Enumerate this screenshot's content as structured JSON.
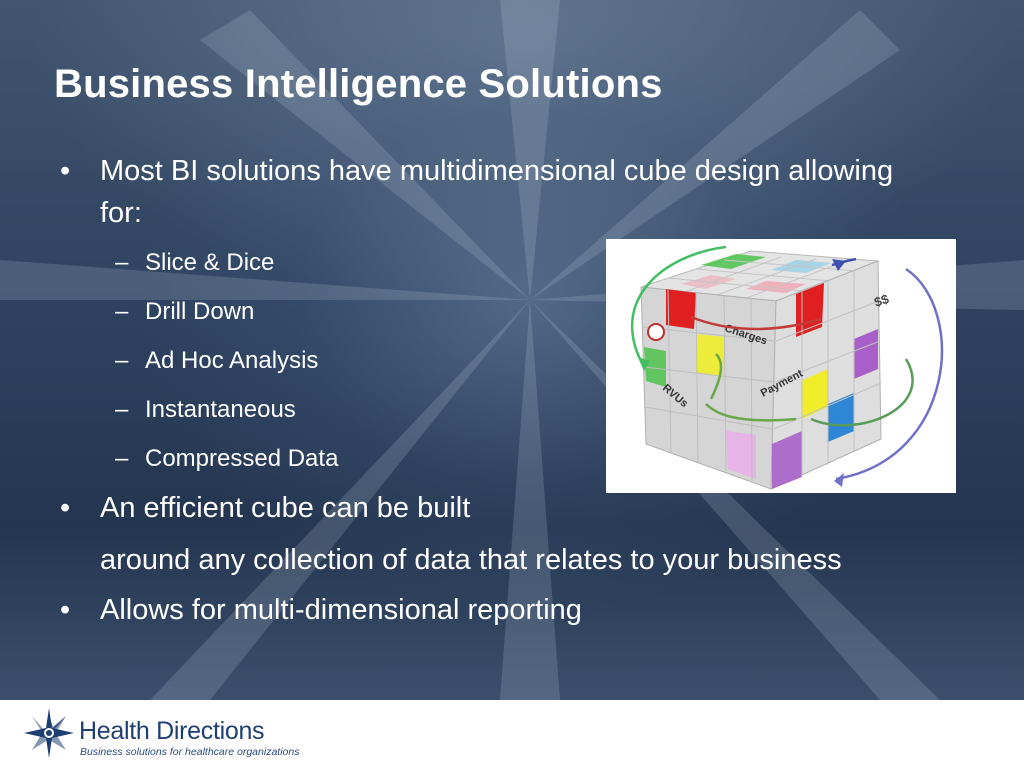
{
  "slide": {
    "title": "Business Intelligence Solutions",
    "bullets": [
      {
        "text": "Most BI solutions have multidimensional cube design allowing for:",
        "subitems": [
          "Slice & Dice",
          "Drill Down",
          "Ad Hoc Analysis",
          "Instantaneous",
          "Compressed Data"
        ]
      },
      {
        "text": "An efficient cube can be built",
        "continuation": "around any collection of data that relates to your business"
      },
      {
        "text": "Allows for multi-dimensional reporting"
      }
    ],
    "bullet_glyph": "•",
    "dash_glyph": "–"
  },
  "cube_image": {
    "labels": {
      "charges": "Charges",
      "payment": "Payment",
      "rvus": "RVUs",
      "dollars": "$$"
    }
  },
  "footer": {
    "logo_name": "Health Directions",
    "logo_tagline": "Business solutions for healthcare organizations"
  },
  "colors": {
    "brand_navy": "#1f3f72",
    "title_text": "#ffffff",
    "cube_red": "#e02020",
    "cube_green": "#4cc24c",
    "cube_yellow": "#f0ee2a",
    "cube_purple": "#a860c8",
    "cube_blue": "#2f86d6"
  }
}
